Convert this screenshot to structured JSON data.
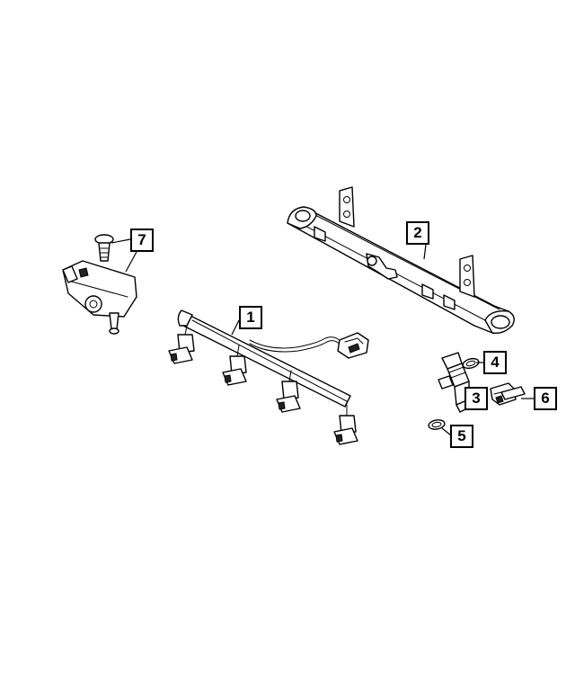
{
  "callouts": [
    {
      "id": "1",
      "label": "1"
    },
    {
      "id": "2",
      "label": "2"
    },
    {
      "id": "3",
      "label": "3"
    },
    {
      "id": "4",
      "label": "4"
    },
    {
      "id": "5",
      "label": "5"
    },
    {
      "id": "6",
      "label": "6"
    },
    {
      "id": "7",
      "label": "7"
    }
  ],
  "colors": {
    "line": "#000000",
    "background": "#ffffff"
  }
}
